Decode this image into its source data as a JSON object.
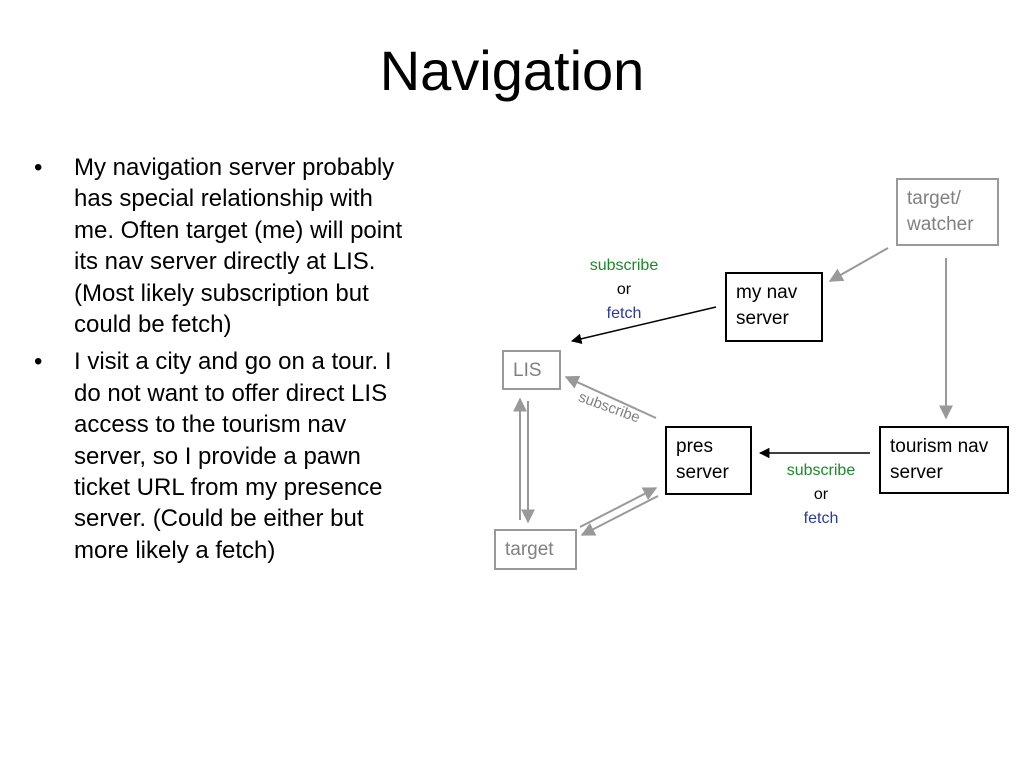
{
  "slide": {
    "title": "Navigation",
    "bullets": [
      {
        "marker": "•",
        "text": "My navigation server probably has special relationship with me. Often target (me) will point its nav server directly at LIS. (Most likely subscription but could be fetch)"
      },
      {
        "marker": "•",
        "text": "I visit a city and go on a tour.  I do not want to offer direct LIS access to the tourism nav server, so I provide a pawn ticket URL from my presence server.  (Could be either but more likely a fetch)"
      }
    ]
  },
  "diagram": {
    "nodes": {
      "target_watcher": "target/ watcher",
      "my_nav_server": "my nav server",
      "lis": "LIS",
      "pres_server": "pres server",
      "tourism_nav_server": "tourism nav server",
      "target": "target"
    },
    "edges": {
      "nav_to_lis": {
        "line1": "subscribe",
        "line2": "or",
        "line3": "fetch"
      },
      "pres_to_lis": {
        "label": "subscribe"
      },
      "tourism_to_pres": {
        "line1": "subscribe",
        "line2": "or",
        "line3": "fetch"
      }
    },
    "colors": {
      "gray_node": "#999999",
      "dark_node": "#000000",
      "subscribe": "#1a8a2a",
      "fetch": "#2b3a9c"
    }
  }
}
